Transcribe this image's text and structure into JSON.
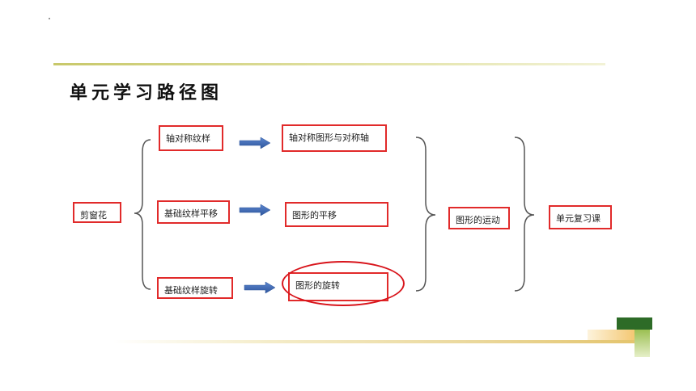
{
  "title": "单元学习路径图",
  "nodes": {
    "start": "剪窗花",
    "branch_1": "轴对称纹样",
    "branch_2": "基础纹样平移",
    "branch_3": "基础纹样旋转",
    "result_1": "轴对称图形与对称轴",
    "result_2": "图形的平移",
    "result_3": "图形的旋转",
    "summary": "图形的运动",
    "review": "单元复习课"
  },
  "colors": {
    "box_border": "#e12a2a",
    "arrow": "#3f6cb5",
    "highlight_ring": "#d8141b",
    "brace": "#555555"
  }
}
